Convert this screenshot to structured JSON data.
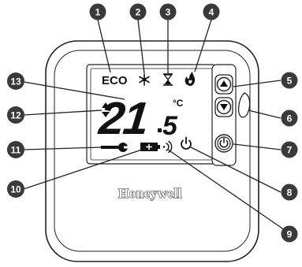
{
  "device": {
    "brand": "Honeywell",
    "display": {
      "mode_label": "ECO",
      "temperature_main": "21",
      "temperature_decimal": "5",
      "unit": "°C"
    }
  },
  "callouts": [
    {
      "number": "1",
      "target": "eco-label"
    },
    {
      "number": "2",
      "target": "snowflake-icon"
    },
    {
      "number": "3",
      "target": "hourglass-icon"
    },
    {
      "number": "4",
      "target": "flame-icon"
    },
    {
      "number": "5",
      "target": "up-down-buttons"
    },
    {
      "number": "6",
      "target": "side-slot"
    },
    {
      "number": "7",
      "target": "power-button"
    },
    {
      "number": "8",
      "target": "standby-icon"
    },
    {
      "number": "9",
      "target": "signal-icon"
    },
    {
      "number": "10",
      "target": "battery-icon"
    },
    {
      "number": "11",
      "target": "wrench-icon"
    },
    {
      "number": "12",
      "target": "up-down-arrows-icon"
    },
    {
      "number": "13",
      "target": "temperature-display"
    }
  ],
  "colors": {
    "callout_fill": "#3a3a3a",
    "outline": "#222222",
    "device_fill": "#ffffff"
  }
}
